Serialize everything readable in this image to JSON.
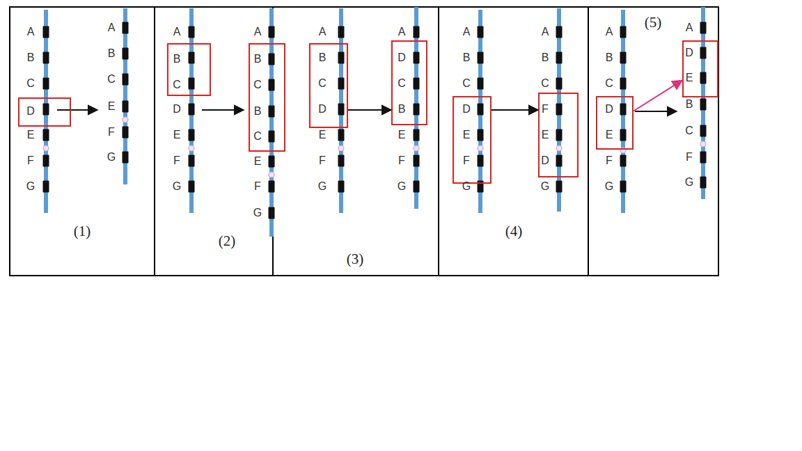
{
  "diagram": {
    "nodes": [
      {
        "text": [
          "D"
        ]
      },
      {
        "text": [
          "B",
          "C"
        ]
      },
      {
        "text": [
          "B",
          "C",
          "B",
          "C"
        ]
      },
      {
        "text": [
          "B",
          "C",
          "D"
        ]
      },
      {
        "text": [
          "D",
          "C",
          "B"
        ]
      },
      {
        "text": [
          "D",
          "E",
          "F"
        ]
      },
      {
        "text": [
          "F",
          "E",
          "D"
        ]
      },
      {
        "text": [
          "D",
          "E"
        ]
      },
      {
        "text": [
          "D",
          "E"
        ]
      }
    ],
    "edges": [
      {
        "from": 3,
        "to": 4,
        "arrow": "to"
      },
      {
        "from": 5,
        "to": 6,
        "arrow": "to"
      },
      {
        "from": 7,
        "to": 8,
        "arrow": "to"
      }
    ],
    "labels": [
      "A",
      "B",
      "C",
      "E",
      "F",
      "G",
      "A",
      "B",
      "C",
      "E",
      "F",
      "G",
      "(1)",
      "A",
      "D",
      "E",
      "F",
      "G",
      "A",
      "E",
      "F",
      "G",
      "(2)",
      "A",
      "E",
      "F",
      "G",
      "A",
      "E",
      "F",
      "G",
      "(3)",
      "A",
      "B",
      "C",
      "G",
      "A",
      "B",
      "C",
      "G",
      "(4)",
      "A",
      "B",
      "C",
      "F",
      "G",
      "(5)",
      "A",
      "B",
      "C",
      "F",
      "G"
    ]
  }
}
